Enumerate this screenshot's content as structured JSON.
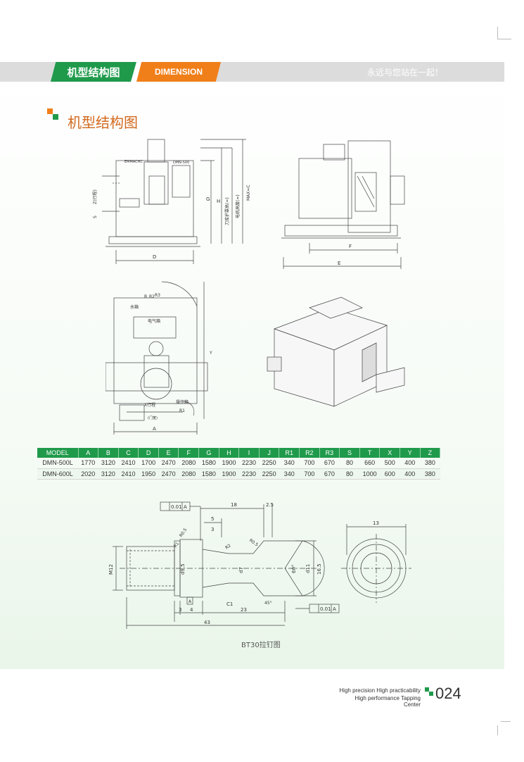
{
  "header": {
    "section_label": "机型结构图",
    "english_label": "DIMENSION",
    "slogan": "永远与您站在一起！"
  },
  "section_title": "机型结构图",
  "front_view": {
    "dims": [
      "Z(行程)",
      "S",
      "G",
      "H",
      "刀库护罩高(≈)",
      "电机高度(≈)",
      "MAX=C",
      "D"
    ],
    "panel_labels": [
      "EMMACHC",
      "DMN-500"
    ]
  },
  "side_view": {
    "dims": [
      "F",
      "E"
    ]
  },
  "top_view": {
    "labels": [
      "水箱",
      "电气箱",
      "X行程",
      "操作箱",
      "Y",
      "(门宽)",
      "A",
      "B"
    ],
    "radius": "R2",
    "radius_r1": "R1",
    "radius_r3": "R3"
  },
  "spec_table": {
    "headers": [
      "MODEL",
      "A",
      "B",
      "C",
      "D",
      "E",
      "F",
      "G",
      "H",
      "I",
      "J",
      "R1",
      "R2",
      "R3",
      "S",
      "T",
      "X",
      "Y",
      "Z"
    ],
    "rows": [
      [
        "DMN-500L",
        "1770",
        "3120",
        "2410",
        "1700",
        "2470",
        "2080",
        "1580",
        "1900",
        "2230",
        "2250",
        "340",
        "700",
        "670",
        "80",
        "660",
        "500",
        "400",
        "380"
      ],
      [
        "DMN-600L",
        "2020",
        "3120",
        "2410",
        "1950",
        "2470",
        "2080",
        "1580",
        "1900",
        "2230",
        "2250",
        "340",
        "700",
        "670",
        "80",
        "1000",
        "600",
        "400",
        "380"
      ]
    ]
  },
  "pull_stud": {
    "tolerance_frame_top": [
      "0.01",
      "A"
    ],
    "tolerance_frame_bottom": [
      "0.01",
      "A"
    ],
    "dims": [
      "18",
      "2.5",
      "5",
      "3",
      "R0.5",
      "R1",
      "R2",
      "R0.5",
      "M12",
      "d9.5",
      "d7",
      "60°",
      "d11",
      "16.5",
      "3",
      "4",
      "23",
      "43",
      "C1",
      "45°",
      "13",
      "A"
    ],
    "caption": "BT30拉钉图"
  },
  "footer": {
    "line1": "High precision High practicability",
    "line2": "High performance Tapping Center",
    "page_number": "024"
  },
  "colors": {
    "green": "#1f9a4b",
    "orange": "#f07f1a",
    "band_grey": "#dcdcdc"
  }
}
